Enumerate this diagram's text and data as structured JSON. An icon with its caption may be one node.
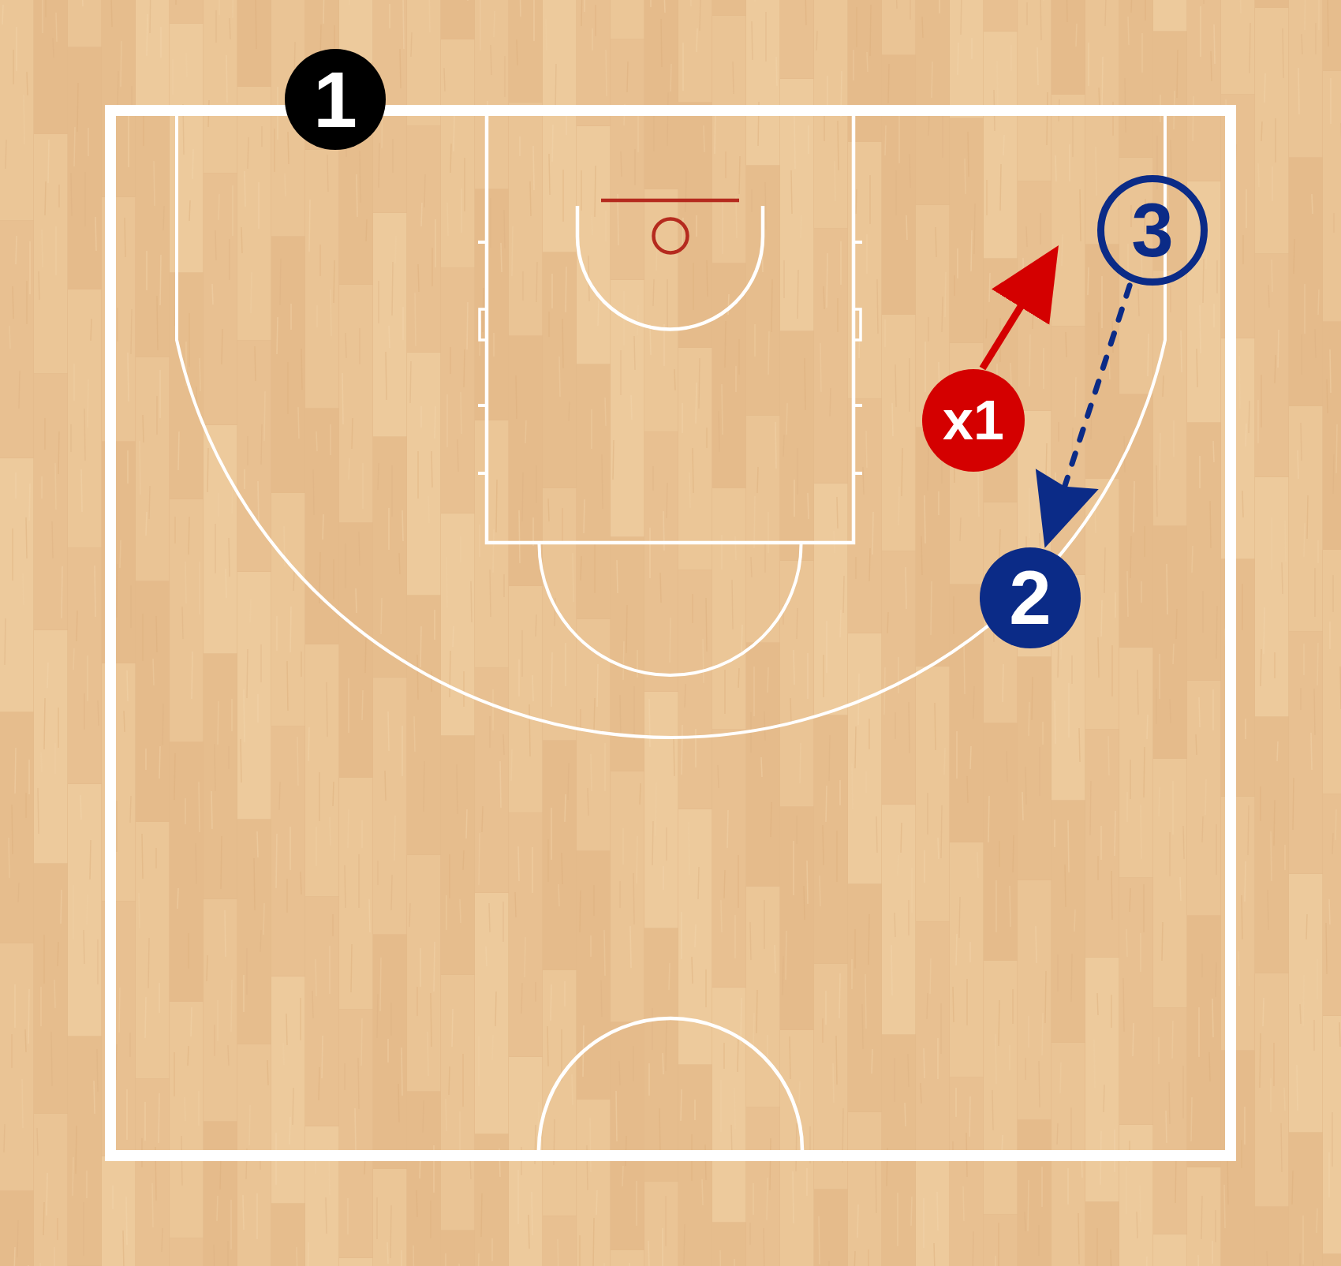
{
  "diagram": {
    "nodes": [
      {
        "text": [
          "1"
        ]
      },
      {
        "text": [
          "3"
        ]
      },
      {
        "text": [
          "x1"
        ]
      },
      {
        "text": [
          "2"
        ]
      }
    ],
    "edges": [
      {
        "from": 2,
        "to": 1,
        "arrow": "to",
        "color": "#d40000"
      },
      {
        "from": 1,
        "to": 3,
        "arrow": "to",
        "style": "dashed",
        "color": "#0b2b87"
      }
    ]
  }
}
